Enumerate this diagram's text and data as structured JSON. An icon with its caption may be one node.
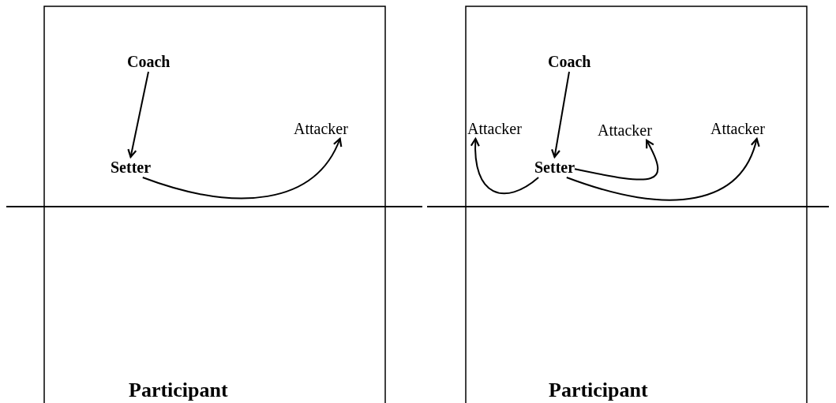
{
  "diagram": {
    "nodes": [
      {
        "text": [
          "Coach"
        ]
      },
      {
        "text": [
          "Setter"
        ]
      },
      {
        "text": [
          "Attacker"
        ]
      },
      {
        "text": [
          "Coach"
        ]
      },
      {
        "text": [
          "Attacker"
        ]
      },
      {
        "text": [
          "Setter"
        ]
      },
      {
        "text": [
          "Attacker"
        ]
      },
      {
        "text": [
          "Attacker"
        ]
      }
    ],
    "edges": [
      {
        "from": 0,
        "to": 1,
        "arrow": "to"
      },
      {
        "from": 1,
        "to": 2,
        "arrow": "to"
      },
      {
        "from": 3,
        "to": 5,
        "arrow": "to"
      },
      {
        "from": 5,
        "to": 4,
        "arrow": "to"
      },
      {
        "from": 5,
        "to": 6,
        "arrow": "to"
      },
      {
        "from": 5,
        "to": 7,
        "arrow": "to"
      }
    ],
    "labels": [
      "Participant",
      "Participant"
    ]
  }
}
